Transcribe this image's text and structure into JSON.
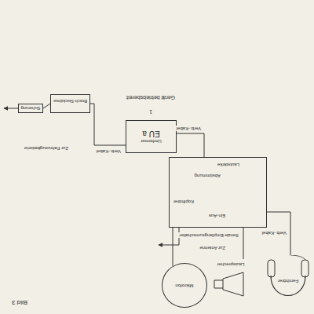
{
  "diagram": {
    "caption": "Gerät betriebsbereit",
    "nodes": [
      {
        "text": [
          "Umformer",
          "EU a"
        ]
      },
      {
        "text": [
          "Ein-Aus",
          "Kopfhörer",
          "Abstimmung",
          "Lautstärke"
        ]
      },
      {
        "text": [
          "Bosch-Steckdose"
        ]
      },
      {
        "text": [
          "Sicherung"
        ]
      },
      {
        "text": [
          "Mikrofon"
        ]
      },
      {
        "text": [
          "Lautsprecher"
        ]
      },
      {
        "text": [
          "Fernhörer"
        ]
      }
    ],
    "edges": [
      {
        "from": 0,
        "to": 2,
        "arrow": "none",
        "label": "Verb.-Kabel"
      },
      {
        "from": 2,
        "to": 3,
        "arrow": "none"
      },
      {
        "from": 0,
        "to": 1,
        "arrow": "none",
        "label": "Verb.-Kabel"
      },
      {
        "from": 1,
        "to": 4,
        "arrow": "none"
      },
      {
        "from": 1,
        "to": 5,
        "arrow": "none"
      },
      {
        "from": 1,
        "to": 6,
        "arrow": "none",
        "label": "Verb.-Kabel"
      }
    ],
    "labels": [
      "Bild 3",
      "1",
      "Zur Fahrzeugbatterie",
      "Zur Antenne",
      "Sende-Empfangsumschalter"
    ]
  }
}
